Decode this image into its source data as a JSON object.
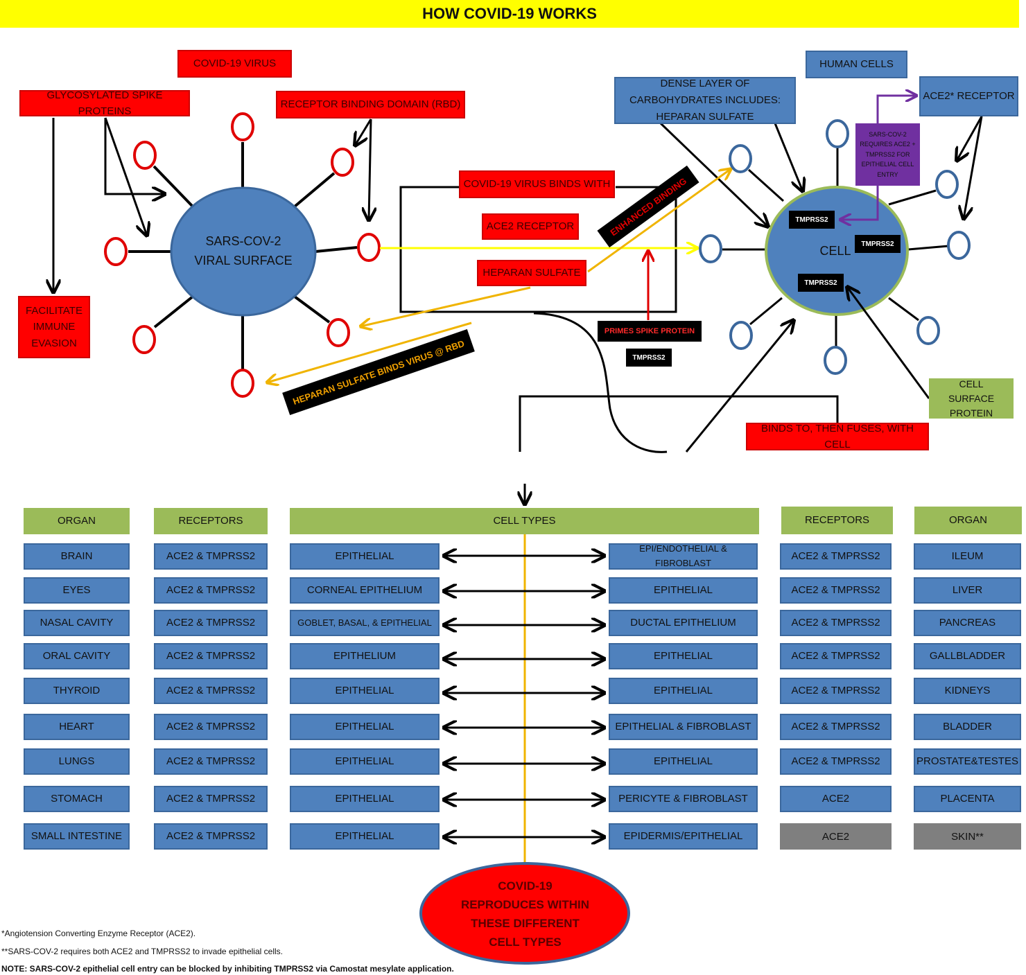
{
  "title": "HOW COVID-19 WORKS",
  "virus": {
    "heading": "COVID-19 VIRUS",
    "spike_label": "GLYCOSYLATED SPIKE PROTEINS",
    "rbd_label": "RECEPTOR BINDING DOMAIN (RBD)",
    "immune_label": "FACILITATE IMMUNE EVASION",
    "surface_line1": "SARS-COV-2",
    "surface_line2": "VIRAL SURFACE"
  },
  "binding": {
    "binds_with": "COVID-19 VIRUS BINDS WITH",
    "ace2_receptor": "ACE2 RECEPTOR",
    "heparan_sulfate": "HEPARAN SULFATE",
    "enhanced_binding": "ENHANCED BINDING",
    "heparan_binds_rbd": "HEPARAN SULFATE BINDS VIRUS @ RBD",
    "primes_spike": "PRIMES SPIKE PROTEIN",
    "tmprss2": "TMPRSS2",
    "binds_fuses": "BINDS TO, THEN FUSES, WITH CELL"
  },
  "human": {
    "heading": "HUMAN CELLS",
    "carbohydrates": "DENSE LAYER OF CARBOHYDRATES INCLUDES: HEPARAN SULFATE",
    "ace2_receptor": "ACE2* RECEPTOR",
    "requires_note": "SARS-COV-2 REQUIRES ACE2 + TMPRSS2 FOR EPITHELIAL CELL ENTRY",
    "cell_label": "CELL",
    "cell_surface_protein": "CELL SURFACE PROTEIN",
    "tmprss2_a": "TMPRSS2",
    "tmprss2_b": "TMPRSS2",
    "tmprss2_c": "TMPRSS2"
  },
  "table": {
    "headers": {
      "organ_left": "ORGAN",
      "receptors_left": "RECEPTORS",
      "cell_types": "CELL TYPES",
      "receptors_right": "RECEPTORS",
      "organ_right": "ORGAN"
    },
    "left_organs": [
      "BRAIN",
      "EYES",
      "NASAL CAVITY",
      "ORAL CAVITY",
      "THYROID",
      "HEART",
      "LUNGS",
      "STOMACH",
      "SMALL INTESTINE"
    ],
    "left_receptors": [
      "ACE2 & TMPRSS2",
      "ACE2 & TMPRSS2",
      "ACE2 & TMPRSS2",
      "ACE2 & TMPRSS2",
      "ACE2 & TMPRSS2",
      "ACE2 & TMPRSS2",
      "ACE2 & TMPRSS2",
      "ACE2 & TMPRSS2",
      "ACE2 & TMPRSS2"
    ],
    "left_cells": [
      "EPITHELIAL",
      "CORNEAL EPITHELIUM",
      "GOBLET, BASAL, & EPITHELIAL",
      "EPITHELIUM",
      "EPITHELIAL",
      "EPITHELIAL",
      "EPITHELIAL",
      "EPITHELIAL",
      "EPITHELIAL"
    ],
    "right_cells": [
      "EPI/ENDOTHELIAL & FIBROBLAST",
      "EPITHELIAL",
      "DUCTAL EPITHELIUM",
      "EPITHELIAL",
      "EPITHELIAL",
      "EPITHELIAL & FIBROBLAST",
      "EPITHELIAL",
      "PERICYTE & FIBROBLAST",
      "EPIDERMIS/EPITHELIAL"
    ],
    "right_receptors": [
      "ACE2 & TMPRSS2",
      "ACE2 & TMPRSS2",
      "ACE2 & TMPRSS2",
      "ACE2 & TMPRSS2",
      "ACE2 & TMPRSS2",
      "ACE2 & TMPRSS2",
      "ACE2 & TMPRSS2",
      "ACE2",
      "ACE2"
    ],
    "right_organs": [
      "ILEUM",
      "LIVER",
      "PANCREAS",
      "GALLBLADDER",
      "KIDNEYS",
      "BLADDER",
      "PROSTATE&TESTES",
      "PLACENTA",
      "SKIN**"
    ],
    "gray_row_index": 8
  },
  "reproduces": "COVID-19 REPRODUCES WITHIN THESE DIFFERENT CELL TYPES",
  "notes": {
    "note1": "*Angiotension Converting Enzyme Receptor (ACE2).",
    "note2": "**SARS-COV-2 requires both ACE2 and TMPRSS2 to invade epithelial cells.",
    "note3": "NOTE:  SARS-COV-2 epithelial cell entry can be blocked by inhibiting TMPRSS2 via Camostat mesylate application."
  },
  "colors": {
    "title_bg": "#ffff00",
    "red": "#ff0000",
    "blue": "#4f81bd",
    "green": "#9bbb59",
    "grey": "#7f7f7f",
    "purple": "#7030a0",
    "yellow_arrow": "#ffff00",
    "orange_arrow": "#f0b400",
    "receptor_circle_virus": "#e00000",
    "receptor_circle_cell": "#3b679c"
  }
}
